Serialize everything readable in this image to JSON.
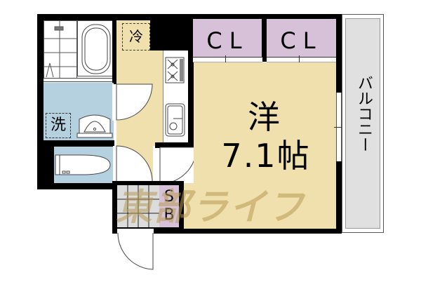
{
  "floorplan": {
    "layout_type": "1K",
    "rooms": {
      "western_room": {
        "label": "洋",
        "size": "7.1帖",
        "color": "#f0e0ae"
      },
      "closet_left": {
        "label": "CL",
        "color": "#d6c1d8"
      },
      "closet_right": {
        "label": "CL",
        "color": "#d6c1d8"
      },
      "balcony": {
        "label": "バルコニー",
        "color": "#e0e0e0"
      },
      "washroom": {
        "label": "洗",
        "color": "#b5d0de"
      },
      "toilet": {
        "color": "#b5d0de"
      },
      "bathroom": {
        "color": "#ffffff"
      },
      "corridor": {
        "color": "#f0e0ae"
      },
      "fridge_space": {
        "label": "冷"
      },
      "shoe_box": {
        "label": "SB",
        "label_top": "S",
        "label_bottom": "B",
        "color": "#d6c1d8"
      },
      "entrance": {
        "color": "#dcdcdc"
      }
    },
    "watermark": {
      "text": "東部ライフ",
      "color": "#c9b27a"
    },
    "colors": {
      "wall": "#000000",
      "floor": "#f0e0ae",
      "water_area": "#b5d0de",
      "storage": "#d6c1d8",
      "balcony": "#e0e0e0"
    }
  }
}
